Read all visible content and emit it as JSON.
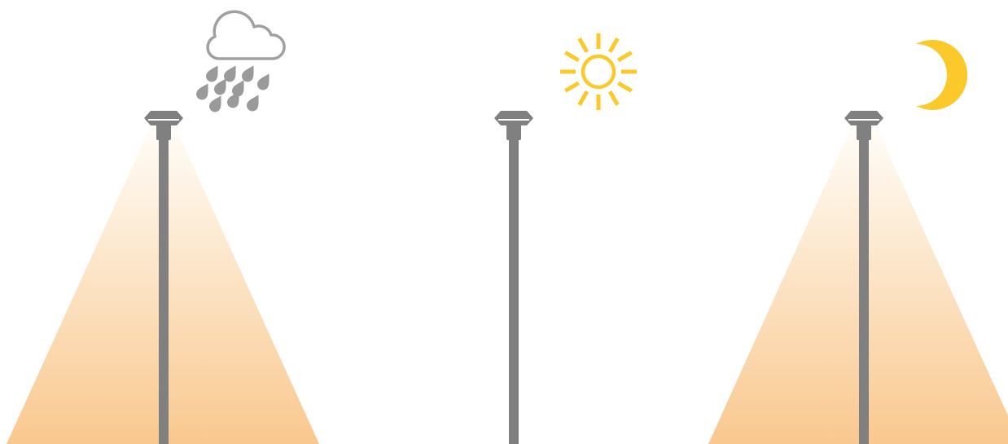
{
  "colors": {
    "background": "#ffffff",
    "pole": "#808080",
    "lamp_head": "#808080",
    "lamp_band": "#ffffff",
    "light_top": "#fffdf8",
    "light_bottom": "#f9c88f",
    "rain_cloud": "#a0a0a0",
    "raindrop": "#9a9a9a",
    "sun": "#fcc92a",
    "moon": "#fcc92a"
  },
  "scenes": [
    {
      "id": "rain",
      "weather_icon": "rain-cloud-icon",
      "light_on": true
    },
    {
      "id": "day",
      "weather_icon": "sun-icon",
      "light_on": false
    },
    {
      "id": "night",
      "weather_icon": "crescent-moon-icon",
      "light_on": true
    }
  ]
}
